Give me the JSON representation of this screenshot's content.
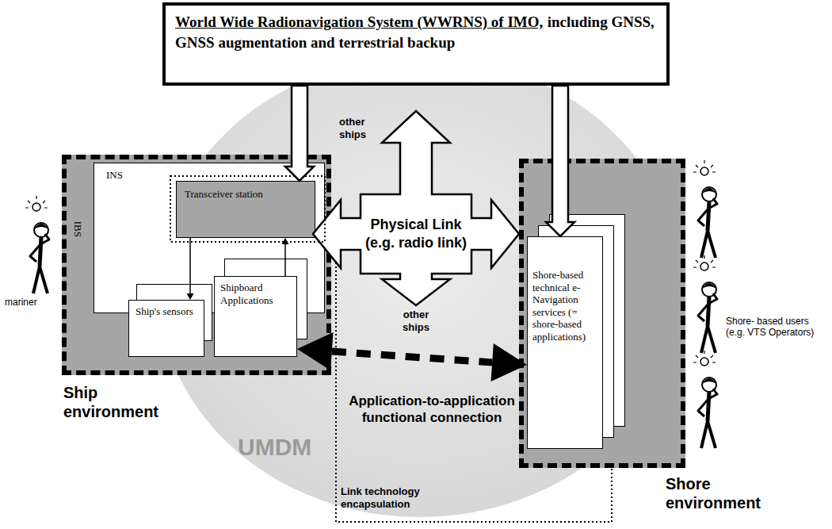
{
  "diagram": {
    "nodes": [
      {
        "text": [
          "World Wide Radionavigation System (WWRNS) of IMO,",
          "including GNSS, GNSS augmentation and terrestrial backup"
        ]
      },
      {
        "text": [
          "Ship environment"
        ]
      },
      {
        "text": [
          "IBS"
        ],
        "in": 1
      },
      {
        "text": [
          "INS"
        ],
        "in": 2
      },
      {
        "text": [
          "Transceiver station"
        ],
        "in": 3
      },
      {
        "text": [
          "Ship's sensors"
        ],
        "in": 3
      },
      {
        "text": [
          "Shipboard Applications"
        ],
        "in": 3
      },
      {
        "text": [
          "other ships",
          "Physical Link (e.g. radio link)",
          "other ships"
        ]
      },
      {
        "text": [
          "Shore environment"
        ]
      },
      {
        "text": [
          "Shore-based technical e-Navigation services (= shore-based applications)"
        ],
        "in": 8
      }
    ],
    "edges": [
      {
        "from": 0,
        "to": 4,
        "arrow": "to"
      },
      {
        "from": 0,
        "to": 9,
        "arrow": "to"
      },
      {
        "from": 4,
        "to": 5,
        "arrow": "to"
      },
      {
        "from": 6,
        "to": 4,
        "arrow": "to"
      },
      {
        "from": 6,
        "to": 9,
        "arrow": "both",
        "label": "Application-to-application functional connection"
      }
    ],
    "labels": [
      "UMDM",
      "mariner",
      "Shore- based users (e.g. VTS Operators)",
      "Link technology encapsulation"
    ]
  }
}
